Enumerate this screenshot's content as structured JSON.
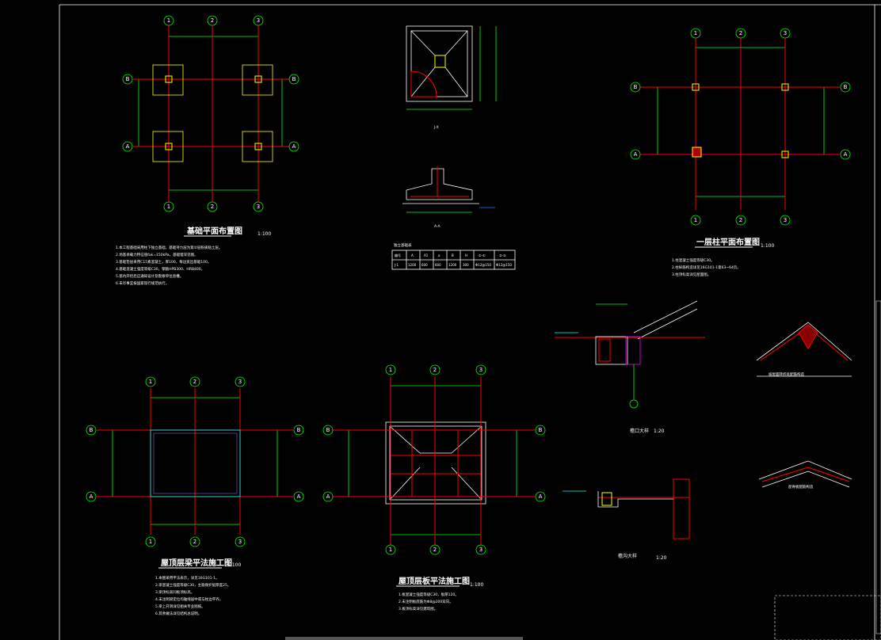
{
  "drawings": {
    "foundation_plan": {
      "title": "基础平面布置图",
      "scale": "1:100"
    },
    "first_floor_column_plan": {
      "title": "一层柱平面布置图",
      "scale": "1:100"
    },
    "roof_beam_plan": {
      "title": "屋顶层梁平法施工图",
      "scale": "1:100"
    },
    "roof_slab_plan": {
      "title": "屋顶层板平法施工图",
      "scale": "1:100"
    },
    "eave_detail": {
      "title": "檐口大样",
      "scale": "1:20"
    },
    "gutter_detail": {
      "title": "檐沟大样",
      "scale": "1:20"
    },
    "ridge_detail_1": {
      "title": "坡屋面转折处配筋构造"
    },
    "ridge_detail_2": {
      "title": "屋脊板配筋构造"
    },
    "section_aa": {
      "title": "A-A"
    },
    "footing_plan_view": {
      "title": "J-X"
    }
  },
  "axes": {
    "columns": [
      "1",
      "2",
      "3"
    ],
    "rows": [
      "A",
      "B"
    ]
  },
  "footing_table": {
    "title": "独立基础表",
    "headers": [
      "编号",
      "A",
      "A1",
      "a",
      "B",
      "H",
      "①-①",
      "②-②"
    ],
    "rows": [
      [
        "J-1",
        "1200",
        "600",
        "600",
        "1200",
        "300",
        "Φ12@150",
        "Φ12@150"
      ]
    ]
  },
  "notes": {
    "foundation": [
      "1.本工程基础采用柱下独立基础，基础持力层为第②层粉质粘土层。",
      "2.地基承载力特征值fak=150kPa，基础埋深见图。",
      "3.基础垫层采用C15素混凝土，厚100，每边宽出基础100。",
      "4.基础混凝土强度等级C30，钢筋HPB300、HRB400。",
      "5.基坑开挖后应通知设计及勘察单位验槽。",
      "6.未尽事宜按国家现行规范执行。"
    ],
    "column": [
      "1.柱混凝土强度等级C30。",
      "2.柱纵筋构造详见16G101-1第63~64页。",
      "3.柱顶标高详见屋面图。"
    ],
    "beam": [
      "1.本图采用平法表示，详见16G101-1。",
      "2.梁混凝土强度等级C30，主筋保护层厚度25。",
      "3.梁顶标高同板顶标高。",
      "4.未注明梁定位均轴线居中或与柱边平齐。",
      "5.梁上开洞详见相关专业图纸。",
      "6.其余做法详见结构总说明。"
    ],
    "slab": [
      "1.板混凝土强度等级C30，板厚120。",
      "2.未注明板底筋为Φ8@200双向。",
      "3.板顶标高详见建筑图。"
    ]
  }
}
